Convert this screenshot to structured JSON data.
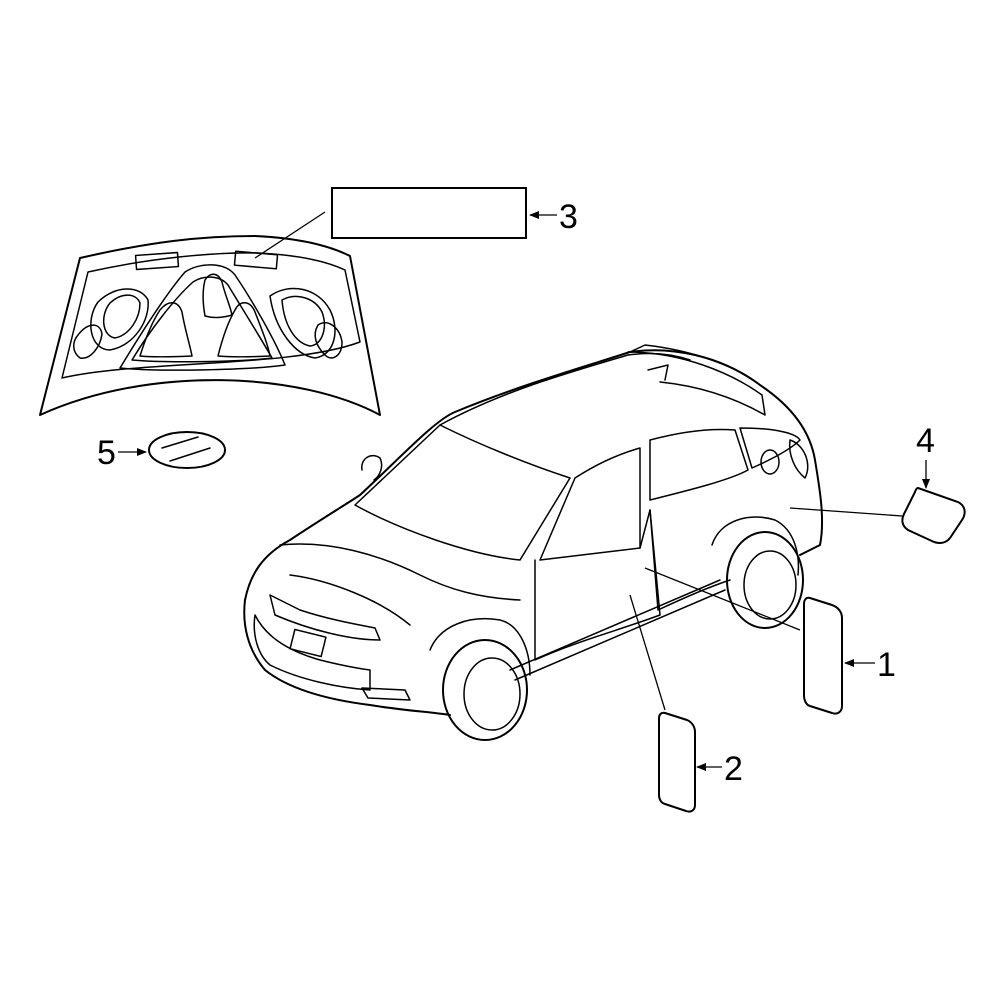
{
  "diagram": {
    "callouts": [
      {
        "id": "1",
        "number": "1"
      },
      {
        "id": "2",
        "number": "2"
      },
      {
        "id": "3",
        "number": "3"
      },
      {
        "id": "4",
        "number": "4"
      },
      {
        "id": "5",
        "number": "5"
      }
    ]
  }
}
